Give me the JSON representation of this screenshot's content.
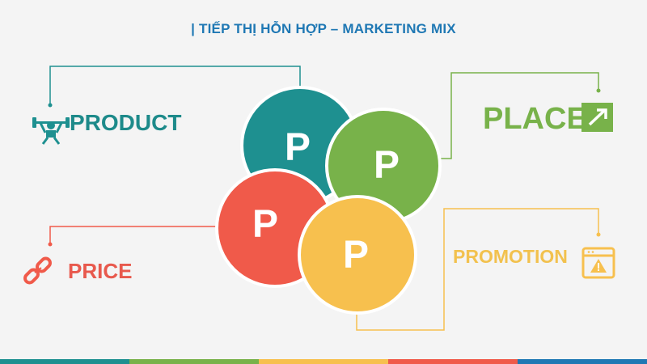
{
  "title": "| TIẾP THỊ HỖN HỢP – MARKETING MIX",
  "circles": [
    {
      "letter": "P",
      "color": "#1e9090"
    },
    {
      "letter": "P",
      "color": "#78b24a"
    },
    {
      "letter": "P",
      "color": "#f05a4a"
    },
    {
      "letter": "P",
      "color": "#f7c04e"
    }
  ],
  "labels": {
    "product": "PRODUCT",
    "price": "PRICE",
    "place": "PLACE",
    "promotion": "PROMOTION"
  },
  "icons": {
    "product": "weightlifter-icon",
    "price": "chain-link-icon",
    "place": "arrow-up-right-icon",
    "promotion": "warning-window-icon"
  },
  "colors": {
    "teal": "#1e9090",
    "green": "#78b24a",
    "red": "#f05a4a",
    "yellow": "#f7c04e",
    "title": "#1f78b4"
  },
  "footer_stripe_colors": [
    "#1e9090",
    "#78b24a",
    "#f7c04e",
    "#f05a4a",
    "#1f78b4"
  ]
}
